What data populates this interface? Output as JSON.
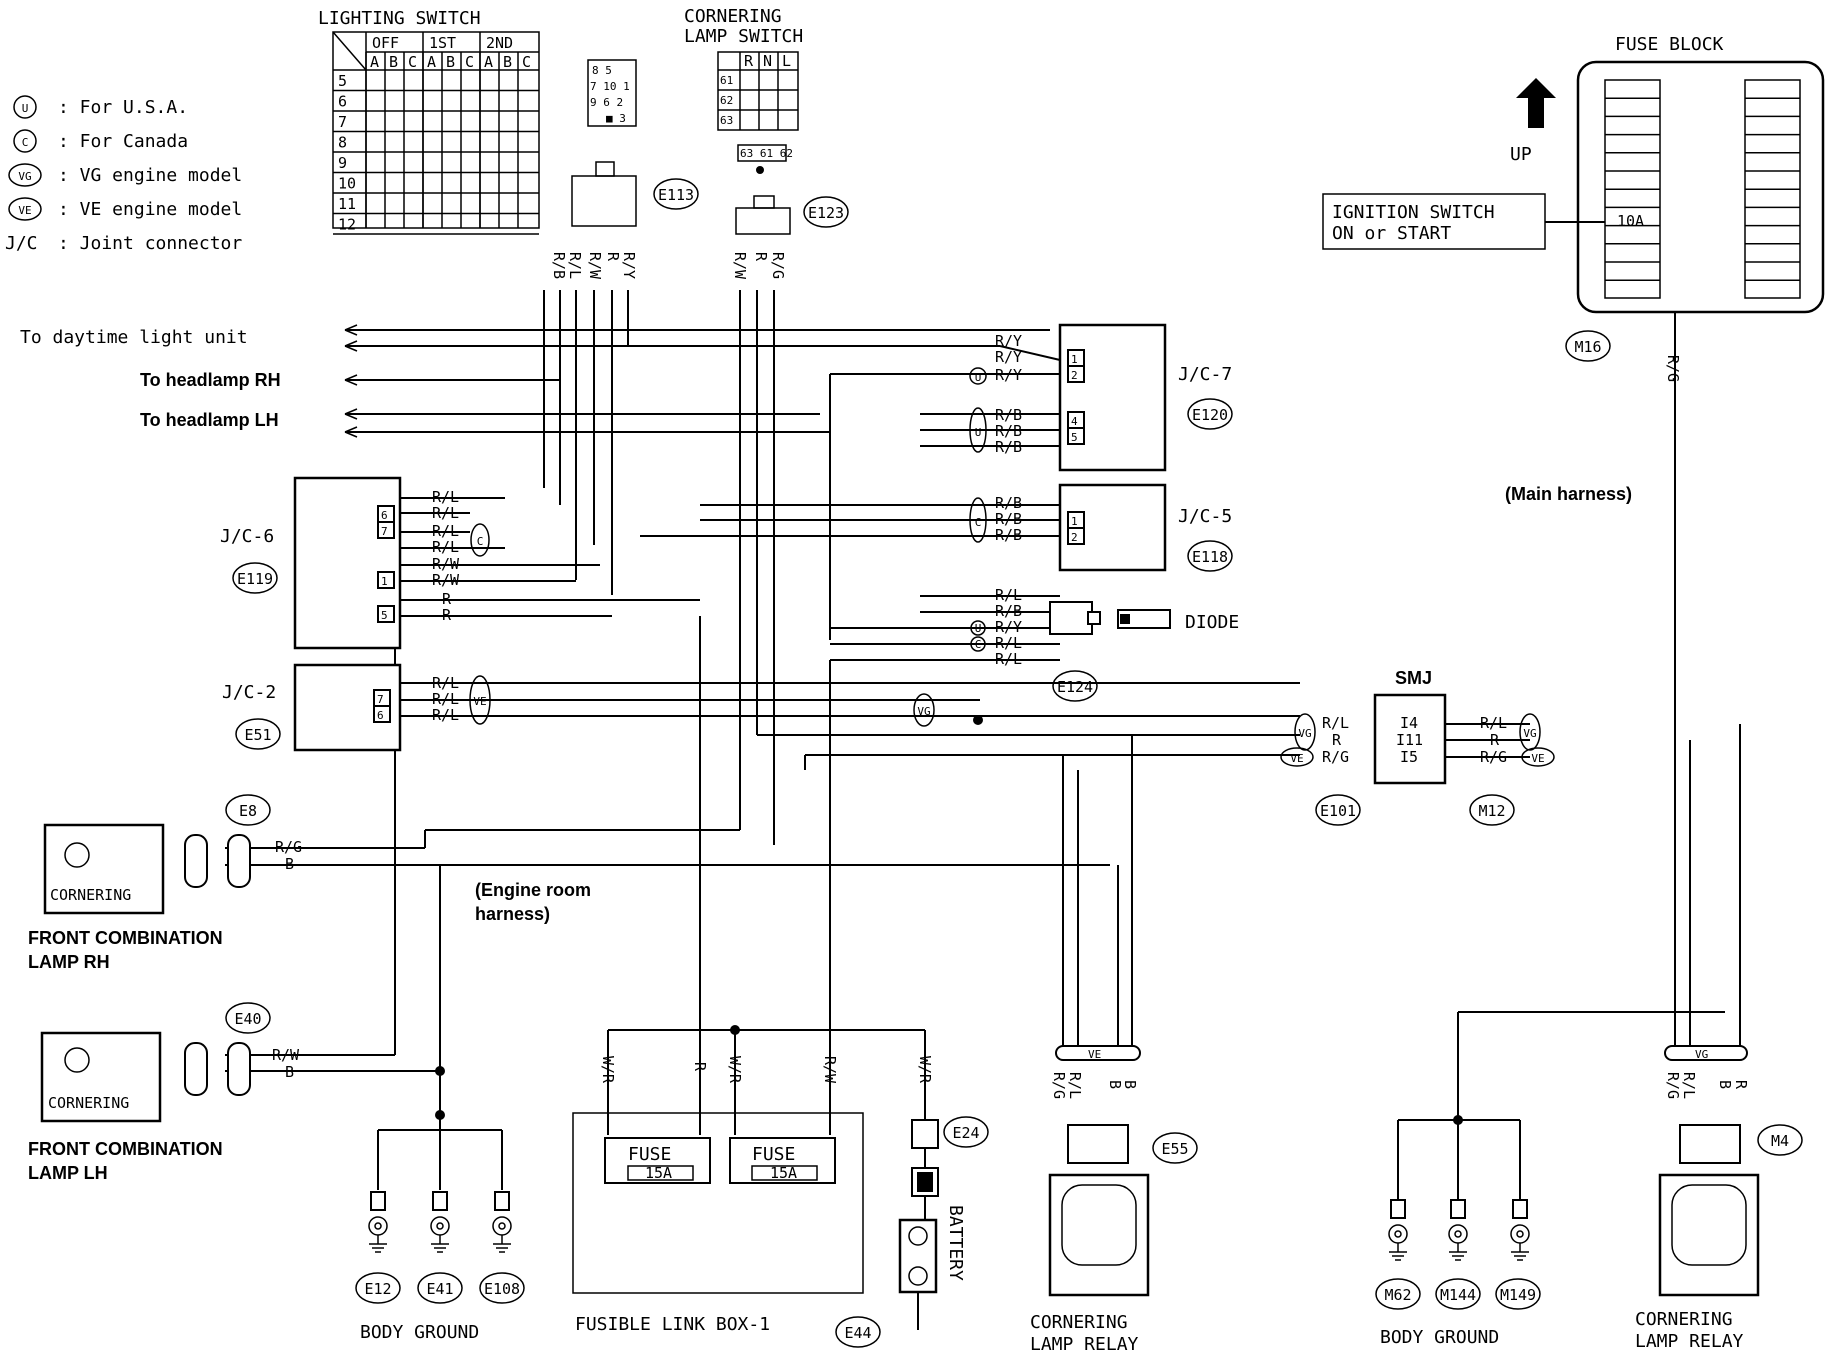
{
  "legend": [
    {
      "symbol": "U",
      "text": ": For U.S.A."
    },
    {
      "symbol": "C",
      "text": ": For Canada"
    },
    {
      "symbol": "VG",
      "text": ": VG engine model"
    },
    {
      "symbol": "VE",
      "text": ": VE engine model"
    },
    {
      "symbol": "J/C",
      "text": ": Joint connector"
    }
  ],
  "lighting_switch": {
    "title": "LIGHTING SWITCH",
    "groups": [
      "OFF",
      "1ST",
      "2ND"
    ],
    "subcols": [
      "A",
      "B",
      "C",
      "A",
      "B",
      "C",
      "A",
      "B",
      "C"
    ],
    "rows": [
      "5",
      "6",
      "7",
      "8",
      "9",
      "10",
      "11",
      "12"
    ]
  },
  "cornering_switch": {
    "title_line1": "CORNERING",
    "title_line2": "LAMP SWITCH",
    "cols": [
      "R",
      "N",
      "L"
    ],
    "rows": [
      "61",
      "62",
      "63"
    ]
  },
  "connectors": {
    "e113": "E113",
    "e123": "E123",
    "e120": "E120",
    "e118": "E118",
    "e119": "E119",
    "e51": "E51",
    "e124": "E124",
    "e8": "E8",
    "e40": "E40",
    "e101": "E101",
    "m12": "M12",
    "m16": "M16",
    "e24": "E24",
    "e55": "E55",
    "m4": "M4",
    "e12": "E12",
    "e41": "E41",
    "e108": "E108",
    "e44": "E44",
    "m62": "M62",
    "m144": "M144",
    "m149": "M149"
  },
  "labels": {
    "to_daytime": "To daytime light unit",
    "to_headlamp_rh": "To headlamp RH",
    "to_headlamp_lh": "To headlamp LH",
    "jc7": "J/C-7",
    "jc5": "J/C-5",
    "jc6": "J/C-6",
    "jc2": "J/C-2",
    "diode": "DIODE",
    "smj": "SMJ",
    "main_harness": "(Main harness)",
    "engine_room_1": "(Engine room",
    "engine_room_2": "harness)",
    "fuse_block": "FUSE BLOCK",
    "up": "UP",
    "ign_1": "IGNITION SWITCH",
    "ign_2": "ON or START",
    "fuse_10a": "10A",
    "front_rh_1": "FRONT COMBINATION",
    "front_rh_2": "LAMP RH",
    "front_lh_1": "FRONT COMBINATION",
    "front_lh_2": "LAMP LH",
    "cornering": "CORNERING",
    "fuse": "FUSE",
    "fuse_15a": "15A",
    "fusible_link": "FUSIBLE LINK BOX-1",
    "battery": "BATTERY",
    "body_ground": "BODY GROUND",
    "relay_1": "CORNERING",
    "relay_2": "LAMP RELAY"
  },
  "wires": {
    "rb": "R/B",
    "rl": "R/L",
    "rw": "R/W",
    "r": "R",
    "ry": "R/Y",
    "rg": "R/G",
    "wr": "W/R",
    "b": "B"
  },
  "smj_pins": [
    "I4",
    "I11",
    "I5"
  ]
}
